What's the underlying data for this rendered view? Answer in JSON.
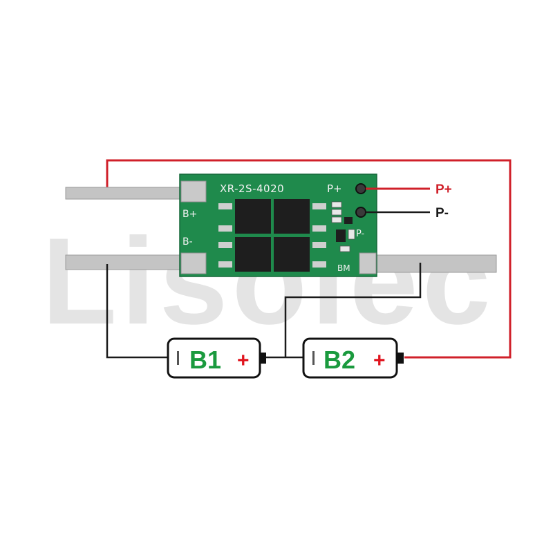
{
  "watermark": "Lisolec",
  "board": {
    "model_label": "XR-2S-4020",
    "pad_labels": {
      "p_plus": "P+",
      "b_plus": "B+",
      "b_minus": "B-",
      "p_minus": "P-",
      "bm": "BM"
    }
  },
  "outputs": {
    "p_plus": "P+",
    "p_minus": "P-"
  },
  "batteries": [
    {
      "id": "B1",
      "label": "B1",
      "polarity": "+"
    },
    {
      "id": "B2",
      "label": "B2",
      "polarity": "+"
    }
  ],
  "colors": {
    "board": "#1f8a4c",
    "wire_positive": "#d0202a",
    "wire_negative": "#1a1a1a",
    "battery_label": "#1a9a3e",
    "battery_plus": "#e0141e",
    "nickel_strip": "#c4c4c4",
    "watermark": "#d9d9d9"
  }
}
